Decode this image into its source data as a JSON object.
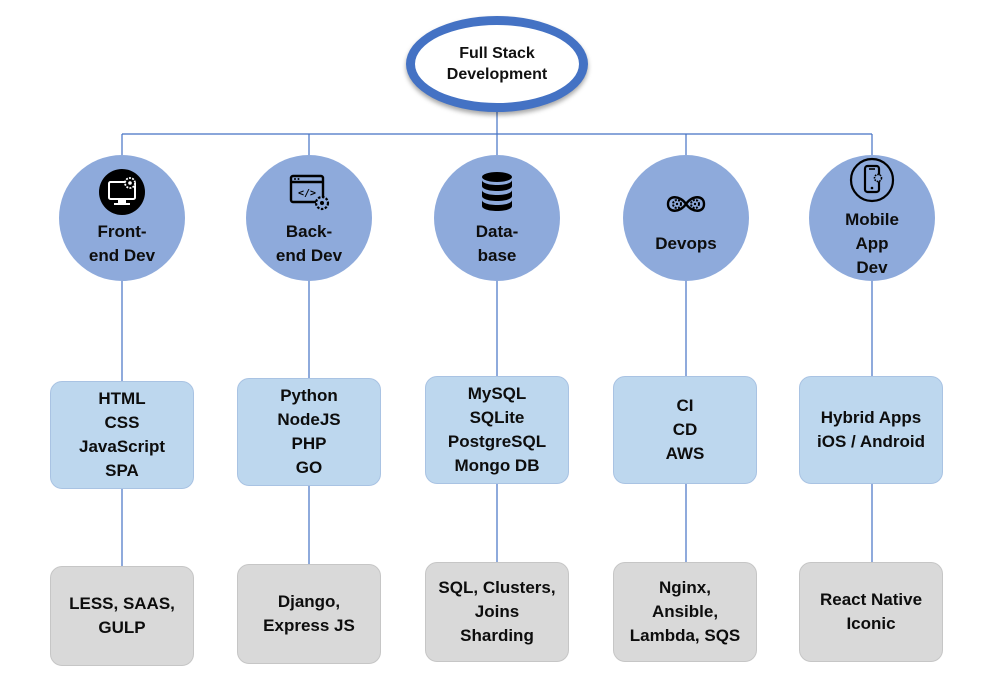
{
  "root": {
    "title": "Full Stack Development"
  },
  "categories": [
    {
      "label": "Front-\nend Dev",
      "icon": "monitor-gear-icon",
      "technologies": "HTML\nCSS\nJavaScript\nSPA",
      "tools": "LESS, SAAS,\nGULP"
    },
    {
      "label": "Back-\nend Dev",
      "icon": "code-window-icon",
      "technologies": "Python\nNodeJS\nPHP\nGO",
      "tools": "Django,\nExpress JS"
    },
    {
      "label": "Data-\nbase",
      "icon": "database-icon",
      "technologies": "MySQL\nSQLite\nPostgreSQL\nMongo DB",
      "tools": "SQL, Clusters,\nJoins\nSharding"
    },
    {
      "label": "Devops",
      "icon": "infinity-gears-icon",
      "technologies": "CI\nCD\nAWS",
      "tools": "Nginx,\nAnsible,\nLambda, SQS"
    },
    {
      "label": "Mobile\nApp\nDev",
      "icon": "mobile-phone-icon",
      "technologies": "Hybrid Apps\niOS / Android",
      "tools": "React Native\nIconic"
    }
  ],
  "colors": {
    "root_border": "#4472c4",
    "category_fill": "#8eaadb",
    "technology_fill": "#bdd7ee",
    "tools_fill": "#d9d9d9",
    "connector": "#4472c4"
  }
}
